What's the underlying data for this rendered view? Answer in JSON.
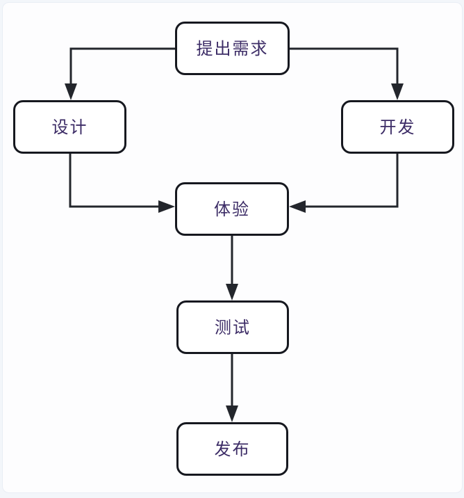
{
  "diagram": {
    "type": "flowchart",
    "nodes": [
      {
        "id": "requirements",
        "label": "提出需求"
      },
      {
        "id": "design",
        "label": "设计"
      },
      {
        "id": "development",
        "label": "开发"
      },
      {
        "id": "experience",
        "label": "体验"
      },
      {
        "id": "testing",
        "label": "测试"
      },
      {
        "id": "release",
        "label": "发布"
      }
    ],
    "edges": [
      {
        "from": "requirements",
        "to": "design"
      },
      {
        "from": "requirements",
        "to": "development"
      },
      {
        "from": "design",
        "to": "experience"
      },
      {
        "from": "development",
        "to": "experience"
      },
      {
        "from": "experience",
        "to": "testing"
      },
      {
        "from": "testing",
        "to": "release"
      }
    ],
    "colors": {
      "node_fill": "#ffffff",
      "node_border": "#16181f",
      "label_text": "#3c2c66",
      "connector": "#23262c",
      "canvas": "#fdfdfe",
      "page_background": "#f3f6fa"
    }
  }
}
